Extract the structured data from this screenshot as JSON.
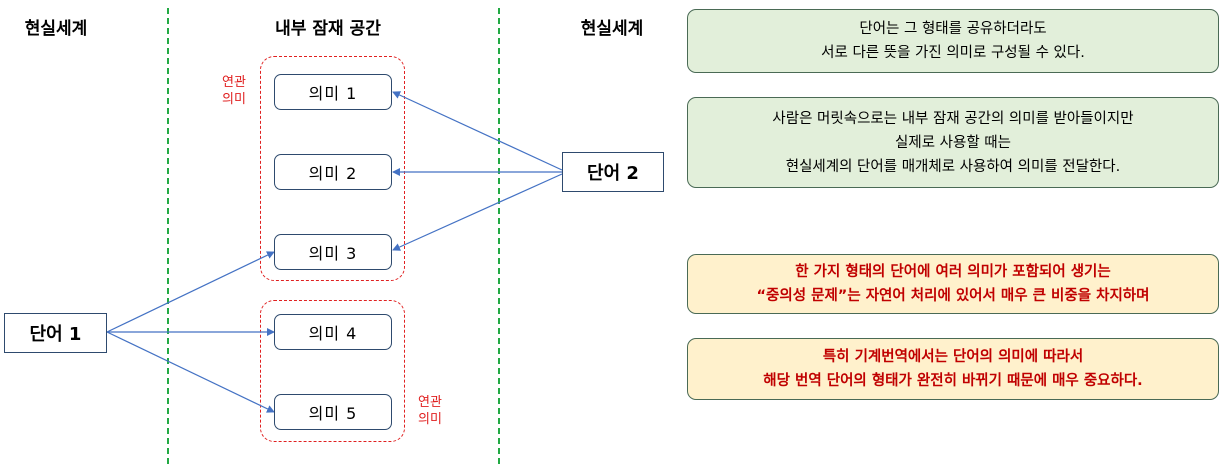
{
  "headings": {
    "left": "현실세계",
    "middle": "내부 잠재 공간",
    "right": "현실세계"
  },
  "words": {
    "word1": "단어 1",
    "word2": "단어 2"
  },
  "meanings": [
    "의미 1",
    "의미 2",
    "의미 3",
    "의미 4",
    "의미 5"
  ],
  "related_labels": {
    "top": [
      "연관",
      "의미"
    ],
    "bottom": [
      "연관",
      "의미"
    ]
  },
  "notes": [
    {
      "style": "green",
      "lines": [
        "단어는 그 형태를 공유하더라도",
        "서로 다른 뜻을 가진 의미로 구성될 수 있다."
      ]
    },
    {
      "style": "green",
      "lines": [
        "사람은 머릿속으로는 내부 잠재 공간의 의미를 받아들이지만",
        "실제로 사용할 때는",
        "현실세계의 단어를 매개체로 사용하여 의미를 전달한다."
      ]
    },
    {
      "style": "yellow",
      "lines": [
        "한 가지 형태의 단어에 여러 의미가 포함되어 생기는",
        "“중의성 문제”는 자연어 처리에 있어서 매우 큰 비중을 차지하며"
      ]
    },
    {
      "style": "yellow",
      "lines": [
        "특히 기계번역에서는 단어의 의미에 따라서",
        "해당 번역 단어의 형태가 완전히 바뀌기 때문에 매우 중요하다."
      ]
    }
  ],
  "colors": {
    "arrow": "#4472c4",
    "divider": "#22aa44",
    "group_border": "#e02020",
    "green_note": "#e2efda",
    "yellow_note": "#fff1cc",
    "yellow_text": "#c00000"
  }
}
